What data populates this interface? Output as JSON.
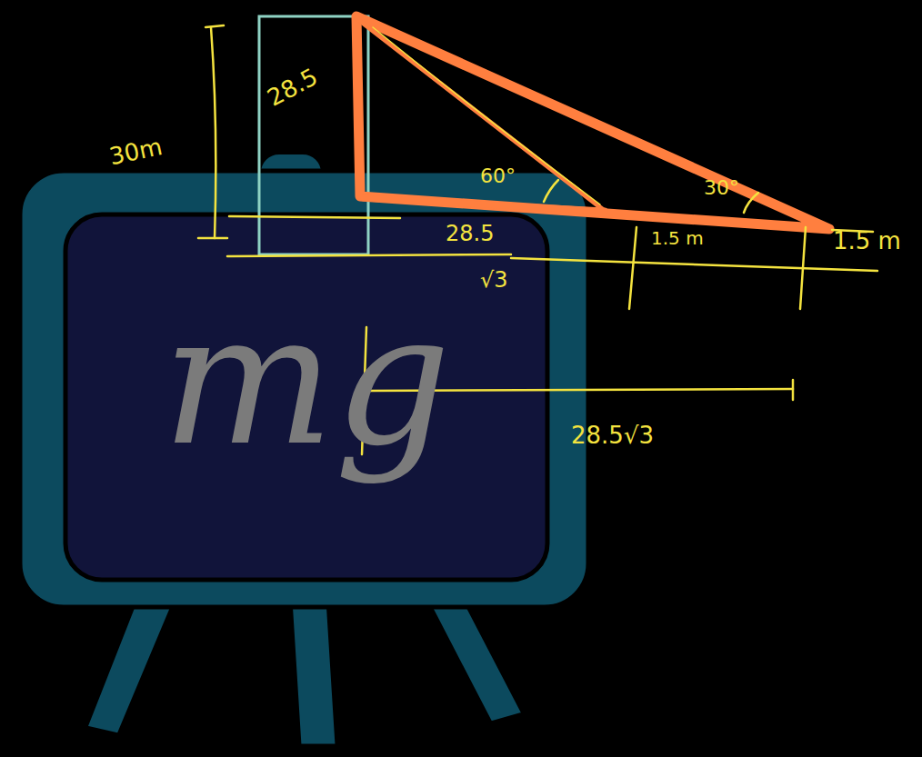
{
  "diagram": {
    "labels": [
      "30m",
      "28.5",
      "60°",
      "30°",
      "28.5",
      "√3",
      "1.5 m",
      "1.5 m",
      "28.5√3",
      "mg"
    ]
  }
}
